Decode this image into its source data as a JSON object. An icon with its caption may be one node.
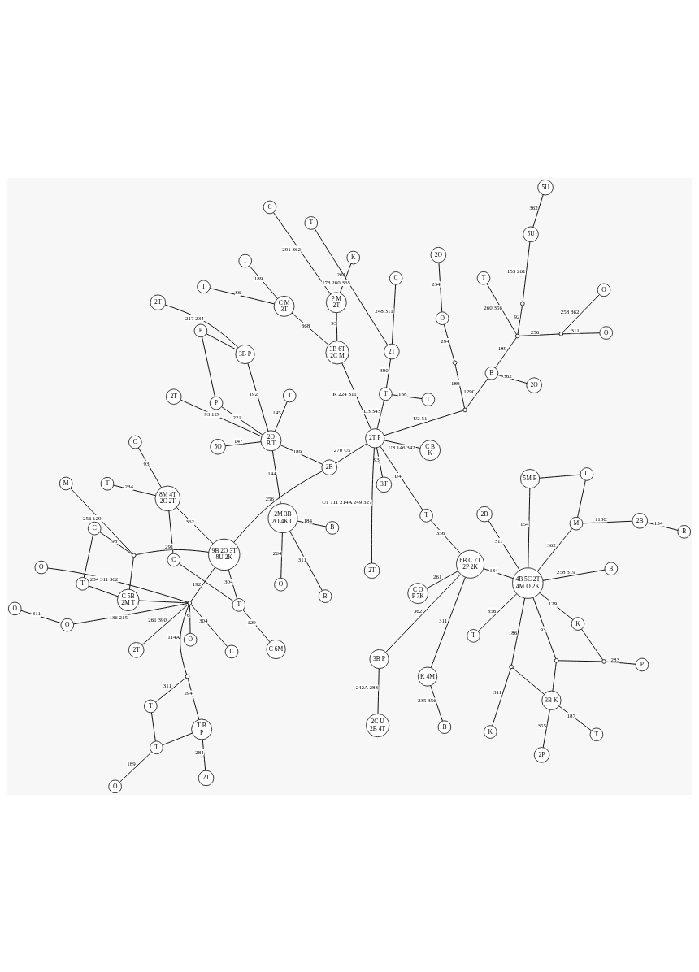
{
  "diagram": {
    "nodes": [
      {
        "text": [
          "T"
        ]
      },
      {
        "text": [
          "O"
        ]
      },
      {
        "text": [
          "M"
        ]
      },
      {
        "text": [
          "C"
        ]
      },
      {
        "text": [
          "C"
        ]
      },
      {
        "text": [
          "C 5B 2M T"
        ]
      },
      {
        "text": [
          "T"
        ]
      },
      {
        "text": [
          "O"
        ]
      },
      {
        "text": [
          "2T"
        ]
      },
      {
        "text": [
          "C"
        ]
      },
      {
        "text": [
          "O"
        ]
      },
      {
        "text": [
          "O"
        ]
      },
      {
        "text": [
          "T"
        ]
      },
      {
        "text": [
          "T"
        ]
      },
      {
        "text": [
          "2T"
        ]
      },
      {
        "text": [],
        "shape": "circle"
      },
      {
        "text": [
          "8M 4T 2C 2T"
        ]
      },
      {
        "text": [
          "T B P"
        ]
      },
      {
        "text": [],
        "shape": "circle"
      },
      {
        "text": [
          "C 6M"
        ]
      },
      {
        "text": [],
        "shape": "circle"
      },
      {
        "text": [
          "O"
        ]
      },
      {
        "text": [
          "B"
        ]
      },
      {
        "text": [
          "T"
        ]
      },
      {
        "text": [
          "B"
        ]
      },
      {
        "text": [
          "C"
        ]
      },
      {
        "text": [
          "O"
        ]
      },
      {
        "text": [
          "U"
        ]
      },
      {
        "text": [
          "2M 3B 2O 4K C"
        ]
      },
      {
        "text": [
          "9B 2O 3T 8U 2K"
        ]
      },
      {
        "text": [
          "2B"
        ]
      },
      {
        "text": [
          "T"
        ]
      },
      {
        "text": [
          "5M B"
        ]
      },
      {
        "text": [
          "2B"
        ]
      },
      {
        "text": [
          "6B C 7T 2P 2K"
        ]
      },
      {
        "text": [
          "M"
        ]
      },
      {
        "text": [
          "B"
        ]
      },
      {
        "text": [
          "B"
        ]
      },
      {
        "text": [
          "5O"
        ]
      },
      {
        "text": [
          "2O B T"
        ]
      },
      {
        "text": [
          "4B 5C 2T 4M O 2K"
        ]
      },
      {
        "text": [
          "T"
        ]
      },
      {
        "text": [
          "K"
        ]
      },
      {
        "text": [
          "T"
        ]
      },
      {
        "text": [
          "2B"
        ]
      },
      {
        "text": [
          "2T"
        ]
      },
      {
        "text": [
          "3B P"
        ]
      },
      {
        "text": [
          "P"
        ]
      },
      {
        "text": [
          "C O P 7K"
        ]
      },
      {
        "text": [
          "K 4M"
        ]
      },
      {
        "text": [
          "3B P"
        ]
      },
      {
        "text": [],
        "shape": "circle"
      },
      {
        "text": [],
        "shape": "circle"
      },
      {
        "text": [
          "3T"
        ]
      },
      {
        "text": [
          "2T P"
        ]
      },
      {
        "text": [],
        "shape": "circle"
      },
      {
        "text": [
          "3B K"
        ]
      },
      {
        "text": [
          "P"
        ]
      },
      {
        "text": [
          "K"
        ]
      },
      {
        "text": [
          "P"
        ]
      },
      {
        "text": [
          "2T"
        ]
      },
      {
        "text": [
          "B"
        ]
      },
      {
        "text": [
          "C B K"
        ]
      },
      {
        "text": [
          "2C U 2B 4T"
        ]
      },
      {
        "text": [
          "2P"
        ]
      },
      {
        "text": [
          "T"
        ]
      },
      {
        "text": [],
        "shape": "circle"
      },
      {
        "text": [
          "2T"
        ]
      },
      {
        "text": [
          "3B 6T 2C M"
        ]
      },
      {
        "text": [
          "C M 3T"
        ]
      },
      {
        "text": [
          "T"
        ]
      },
      {
        "text": [
          "B"
        ]
      },
      {
        "text": [],
        "shape": "circle"
      },
      {
        "text": [
          "T"
        ]
      },
      {
        "text": [],
        "shape": "circle"
      },
      {
        "text": [],
        "shape": "circle"
      },
      {
        "text": [
          "O"
        ]
      },
      {
        "text": [
          "P M 2T"
        ]
      },
      {
        "text": [
          "O"
        ]
      },
      {
        "text": [
          "2O"
        ]
      },
      {
        "text": [
          "T"
        ]
      },
      {
        "text": [],
        "shape": "circle"
      },
      {
        "text": [
          "T"
        ]
      },
      {
        "text": [
          "2T"
        ]
      },
      {
        "text": [
          "K"
        ]
      },
      {
        "text": [
          "O"
        ]
      },
      {
        "text": [
          "2O"
        ]
      },
      {
        "text": [
          "5U"
        ]
      },
      {
        "text": [
          "C"
        ]
      },
      {
        "text": [
          "T"
        ]
      },
      {
        "text": [
          "C"
        ]
      },
      {
        "text": [
          "T"
        ]
      },
      {
        "text": [
          "5U"
        ]
      }
    ],
    "edges": [
      {
        "from": 0,
        "to": 4,
        "arrow": "none"
      },
      {
        "from": 0,
        "to": 5,
        "arrow": "none"
      },
      {
        "from": 4,
        "to": 15,
        "arrow": "none",
        "label": "93"
      },
      {
        "from": 2,
        "to": 15,
        "arrow": "none",
        "label": "256 129"
      },
      {
        "from": 5,
        "to": 15,
        "arrow": "none"
      },
      {
        "from": 15,
        "to": 29,
        "arrow": "none",
        "label": "291"
      },
      {
        "from": 3,
        "to": 16,
        "arrow": "none",
        "label": "93"
      },
      {
        "from": 6,
        "to": 16,
        "arrow": "none",
        "label": "234"
      },
      {
        "from": 9,
        "to": 16,
        "arrow": "none"
      },
      {
        "from": 9,
        "to": 23,
        "arrow": "none"
      },
      {
        "from": 16,
        "to": 29,
        "arrow": "none",
        "label": "362"
      },
      {
        "from": 19,
        "to": 23,
        "arrow": "none",
        "label": "129"
      },
      {
        "from": 23,
        "to": 29,
        "arrow": "none",
        "label": "304"
      },
      {
        "from": 5,
        "to": 20,
        "arrow": "none"
      },
      {
        "from": 20,
        "to": 29,
        "arrow": "none",
        "label": "192"
      },
      {
        "from": 20,
        "to": 8,
        "arrow": "none",
        "label": "261 390"
      },
      {
        "from": 20,
        "to": 10,
        "arrow": "none",
        "label": "76"
      },
      {
        "from": 20,
        "to": 11,
        "arrow": "none",
        "label": "136 215"
      },
      {
        "from": 20,
        "to": 18,
        "arrow": "none",
        "label": "114A"
      },
      {
        "from": 20,
        "to": 21,
        "arrow": "none",
        "label": "234 311 362"
      },
      {
        "from": 20,
        "to": 25,
        "arrow": "none",
        "label": "304"
      },
      {
        "from": 11,
        "to": 1,
        "arrow": "none",
        "label": "311"
      },
      {
        "from": 18,
        "to": 12,
        "arrow": "none",
        "label": "311"
      },
      {
        "from": 18,
        "to": 17,
        "arrow": "none",
        "label": "294"
      },
      {
        "from": 12,
        "to": 13,
        "arrow": "none"
      },
      {
        "from": 13,
        "to": 7,
        "arrow": "none",
        "label": "189"
      },
      {
        "from": 13,
        "to": 17,
        "arrow": "none"
      },
      {
        "from": 17,
        "to": 14,
        "arrow": "none",
        "label": "284"
      },
      {
        "from": 22,
        "to": 28,
        "arrow": "none",
        "label": "311"
      },
      {
        "from": 26,
        "to": 28,
        "arrow": "none",
        "label": "264"
      },
      {
        "from": 36,
        "to": 28,
        "arrow": "none",
        "label": "184"
      },
      {
        "from": 28,
        "to": 39,
        "arrow": "none",
        "label": "144"
      },
      {
        "from": 38,
        "to": 39,
        "arrow": "none",
        "label": "147"
      },
      {
        "from": 41,
        "to": 39,
        "arrow": "none",
        "label": "145"
      },
      {
        "from": 39,
        "to": 45,
        "arrow": "none",
        "label": "93 129"
      },
      {
        "from": 39,
        "to": 46,
        "arrow": "none",
        "label": "192"
      },
      {
        "from": 39,
        "to": 47,
        "arrow": "none",
        "label": "221"
      },
      {
        "from": 39,
        "to": 44,
        "arrow": "none",
        "label": "189"
      },
      {
        "from": 29,
        "to": 44,
        "arrow": "none",
        "label": "256"
      },
      {
        "from": 44,
        "to": 54,
        "arrow": "none",
        "label": "270 U5"
      },
      {
        "from": 46,
        "to": 60,
        "arrow": "none",
        "label": "217 234"
      },
      {
        "from": 46,
        "to": 59,
        "arrow": "none"
      },
      {
        "from": 47,
        "to": 59,
        "arrow": "none"
      },
      {
        "from": 34,
        "to": 43,
        "arrow": "none",
        "label": "356"
      },
      {
        "from": 43,
        "to": 54,
        "arrow": "none",
        "label": "U4"
      },
      {
        "from": 34,
        "to": 48,
        "arrow": "none",
        "label": "261"
      },
      {
        "from": 34,
        "to": 49,
        "arrow": "none",
        "label": "311"
      },
      {
        "from": 34,
        "to": 50,
        "arrow": "none",
        "label": "362"
      },
      {
        "from": 34,
        "to": 40,
        "arrow": "none",
        "label": "134"
      },
      {
        "from": 49,
        "to": 61,
        "arrow": "none",
        "label": "235 356"
      },
      {
        "from": 50,
        "to": 63,
        "arrow": "none",
        "label": "242A 288"
      },
      {
        "from": 30,
        "to": 40,
        "arrow": "none",
        "label": "311"
      },
      {
        "from": 31,
        "to": 40,
        "arrow": "none",
        "label": "356"
      },
      {
        "from": 32,
        "to": 40,
        "arrow": "none",
        "label": "154"
      },
      {
        "from": 32,
        "to": 27,
        "arrow": "none"
      },
      {
        "from": 27,
        "to": 35,
        "arrow": "none"
      },
      {
        "from": 35,
        "to": 40,
        "arrow": "none",
        "label": "362"
      },
      {
        "from": 35,
        "to": 33,
        "arrow": "none",
        "label": "113C"
      },
      {
        "from": 33,
        "to": 24,
        "arrow": "none",
        "label": "134"
      },
      {
        "from": 40,
        "to": 37,
        "arrow": "none",
        "label": "258 319"
      },
      {
        "from": 40,
        "to": 42,
        "arrow": "none",
        "label": "129"
      },
      {
        "from": 42,
        "to": 52,
        "arrow": "none"
      },
      {
        "from": 40,
        "to": 51,
        "arrow": "none",
        "label": "93"
      },
      {
        "from": 51,
        "to": 52,
        "arrow": "none"
      },
      {
        "from": 51,
        "to": 56,
        "arrow": "none"
      },
      {
        "from": 52,
        "to": 57,
        "arrow": "none",
        "label": "283"
      },
      {
        "from": 40,
        "to": 55,
        "arrow": "none",
        "label": "186"
      },
      {
        "from": 55,
        "to": 58,
        "arrow": "none",
        "label": "311"
      },
      {
        "from": 55,
        "to": 56,
        "arrow": "none"
      },
      {
        "from": 56,
        "to": 64,
        "arrow": "none",
        "label": "355"
      },
      {
        "from": 56,
        "to": 65,
        "arrow": "none",
        "label": "187"
      },
      {
        "from": 53,
        "to": 54,
        "arrow": "none",
        "label": "93"
      },
      {
        "from": 54,
        "to": 67,
        "arrow": "none",
        "label": "U1 111 214A 249 327"
      },
      {
        "from": 54,
        "to": 68,
        "arrow": "none",
        "label": "K 224 311"
      },
      {
        "from": 54,
        "to": 73,
        "arrow": "none",
        "label": "U3 343"
      },
      {
        "from": 54,
        "to": 66,
        "arrow": "none",
        "label": "U2 51"
      },
      {
        "from": 54,
        "to": 62,
        "arrow": "none",
        "label": "U8 146 342"
      },
      {
        "from": 68,
        "to": 69,
        "arrow": "none",
        "label": "368"
      },
      {
        "from": 68,
        "to": 77,
        "arrow": "none",
        "label": "93"
      },
      {
        "from": 70,
        "to": 69,
        "arrow": "none",
        "label": "86"
      },
      {
        "from": 69,
        "to": 80,
        "arrow": "none",
        "label": "189"
      },
      {
        "from": 77,
        "to": 84,
        "arrow": "none",
        "label": "261"
      },
      {
        "from": 77,
        "to": 88,
        "arrow": "none",
        "label": "291 362"
      },
      {
        "from": 73,
        "to": 83,
        "arrow": "none",
        "label": "390"
      },
      {
        "from": 73,
        "to": 82,
        "arrow": "none",
        "label": "168"
      },
      {
        "from": 83,
        "to": 90,
        "arrow": "none",
        "label": "248 311"
      },
      {
        "from": 83,
        "to": 91,
        "arrow": "none",
        "label": "173 260 365"
      },
      {
        "from": 66,
        "to": 72,
        "arrow": "none",
        "label": "189"
      },
      {
        "from": 72,
        "to": 78,
        "arrow": "none",
        "label": "294"
      },
      {
        "from": 78,
        "to": 86,
        "arrow": "none",
        "label": "234"
      },
      {
        "from": 66,
        "to": 71,
        "arrow": "none",
        "label": "129C"
      },
      {
        "from": 71,
        "to": 79,
        "arrow": "none",
        "label": "362"
      },
      {
        "from": 71,
        "to": 74,
        "arrow": "none",
        "label": "189"
      },
      {
        "from": 74,
        "to": 75,
        "arrow": "none",
        "label": "256"
      },
      {
        "from": 75,
        "to": 76,
        "arrow": "none",
        "label": "311"
      },
      {
        "from": 75,
        "to": 85,
        "arrow": "none",
        "label": "258 362"
      },
      {
        "from": 74,
        "to": 89,
        "arrow": "none",
        "label": "260 356"
      },
      {
        "from": 74,
        "to": 81,
        "arrow": "none",
        "label": "92"
      },
      {
        "from": 81,
        "to": 87,
        "arrow": "none",
        "label": "153 261"
      },
      {
        "from": 87,
        "to": 92,
        "arrow": "none",
        "label": "362"
      }
    ]
  }
}
